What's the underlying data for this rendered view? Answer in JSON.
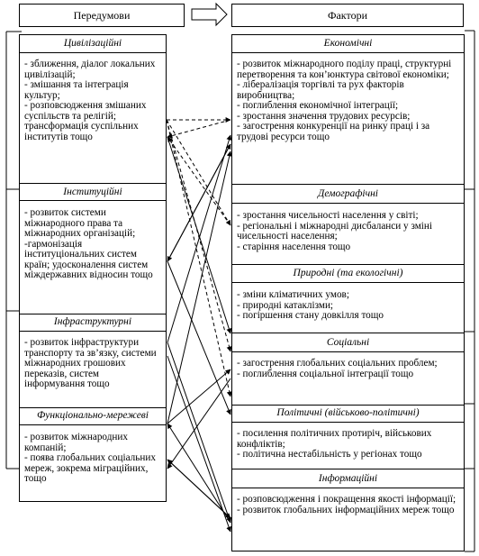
{
  "headers": {
    "left": "Передумови",
    "right": "Фактори"
  },
  "left_sections": [
    {
      "title": "Цивілізаційні",
      "items": [
        "- зближення, діалог локальних цивілізацій;",
        "- змішання та інтеграція культур;",
        "- розповсюдження змішаних суспільств та релігій; трансформація суспільних інститутів тощо"
      ]
    },
    {
      "title": "Інституційні",
      "items": [
        "- розвиток системи міжнародного права та міжнародних організацій;",
        "-гармонізація інституціональних систем країн; удосконалення систем міждержавних відносин тощо"
      ]
    },
    {
      "title": "Інфраструктурні",
      "items": [
        "- розвиток інфраструктури транспорту та зв’язку, системи міжнародних грошових переказів, систем інформування тощо"
      ]
    },
    {
      "title": "Функціонально-мережеві",
      "items": [
        "- розвиток міжнародних компаній;",
        "- поява глобальних соціальних мереж, зокрема міграційних, тощо"
      ]
    }
  ],
  "right_sections": [
    {
      "title": "Економічні",
      "items": [
        "- розвиток міжнародного поділу праці, структурні перетворення та кон’юнктура світової економіки;",
        "- лібералізація торгівлі та рух факторів виробництва;",
        "- поглиблення економічної інтеграції;",
        "- зростання значення трудових ресурсів;",
        "- загострення конкуренції на ринку праці і за трудові ресурси тощо"
      ]
    },
    {
      "title": "Демографічні",
      "items": [
        "- зростання чисельності населення у світі;",
        "- регіональні і міжнародні дисбаланси у зміні чисельності населення;",
        "- старіння населення тощо"
      ]
    },
    {
      "title": "Природні (та екологічні)",
      "items": [
        "- зміни кліматичних умов;",
        "- природні катаклізми;",
        "- погіршення стану довкілля тощо"
      ]
    },
    {
      "title": "Соціальні",
      "items": [
        "- загострення глобальних соціальних проблем;",
        "- поглиблення соціальної інтеграції тощо"
      ]
    },
    {
      "title": "Політичні (військово-політичні)",
      "items": [
        "- посилення політичних протиріч, військових конфліктів;",
        "- політична нестабільність у регіонах тощо"
      ]
    },
    {
      "title": "Інформаційні",
      "items": [
        "- розповсюдження і покращення якості інформації;",
        "- розвиток глобальних інформаційних мереж тощо"
      ]
    }
  ]
}
